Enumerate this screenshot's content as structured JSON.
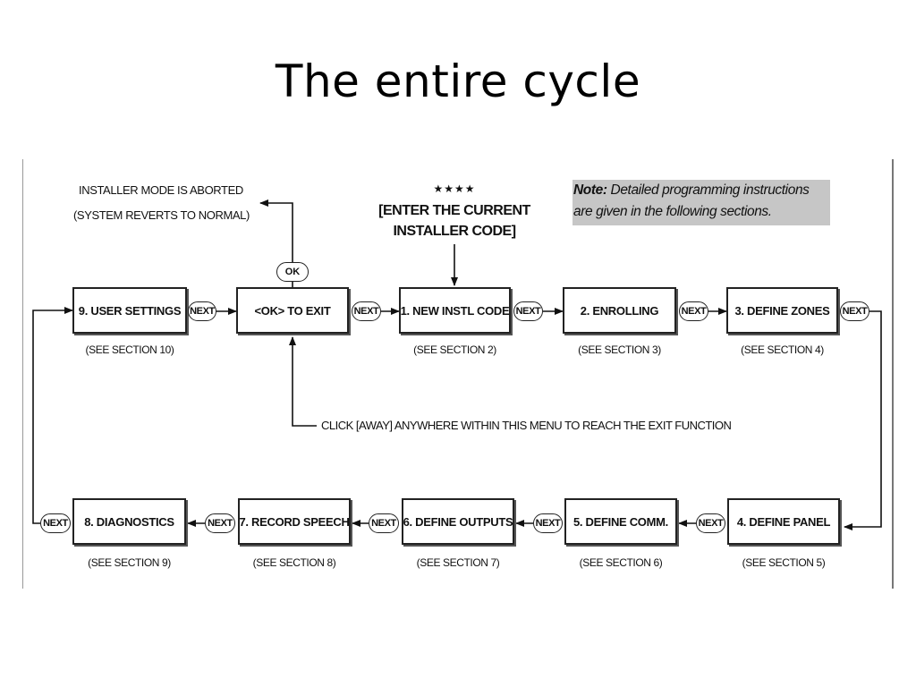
{
  "slide": {
    "title": "The entire cycle"
  },
  "diagram": {
    "aborted": {
      "line1": "INSTALLER MODE IS ABORTED",
      "line2": "(SYSTEM REVERTS TO NORMAL)"
    },
    "enter_code": {
      "stars": "★★★★",
      "line1": "[ENTER THE CURRENT",
      "line2": "INSTALLER CODE]"
    },
    "note": {
      "label": "Note:",
      "text_line1": "Detailed programming instructions",
      "text_line2": "are given in the following sections."
    },
    "ok_label": "OK",
    "next_label": "NEXT",
    "click_away": "CLICK [AWAY] ANYWHERE WITHIN THIS MENU TO REACH THE EXIT FUNCTION",
    "top_row": [
      {
        "label": "9. USER SETTINGS",
        "section": "(SEE SECTION 10)"
      },
      {
        "label": "<OK> TO EXIT",
        "section": ""
      },
      {
        "label": "1. NEW INSTL CODE",
        "section": "(SEE SECTION 2)"
      },
      {
        "label": "2. ENROLLING",
        "section": "(SEE SECTION 3)"
      },
      {
        "label": "3. DEFINE ZONES",
        "section": "(SEE SECTION 4)"
      }
    ],
    "bottom_row": [
      {
        "label": "8. DIAGNOSTICS",
        "section": "(SEE SECTION 9)"
      },
      {
        "label": "7. RECORD SPEECH",
        "section": "(SEE SECTION 8)"
      },
      {
        "label": "6. DEFINE OUTPUTS",
        "section": "(SEE SECTION 7)"
      },
      {
        "label": "5. DEFINE COMM.",
        "section": "(SEE SECTION 6)"
      },
      {
        "label": "4. DEFINE PANEL",
        "section": "(SEE SECTION 5)"
      }
    ]
  }
}
